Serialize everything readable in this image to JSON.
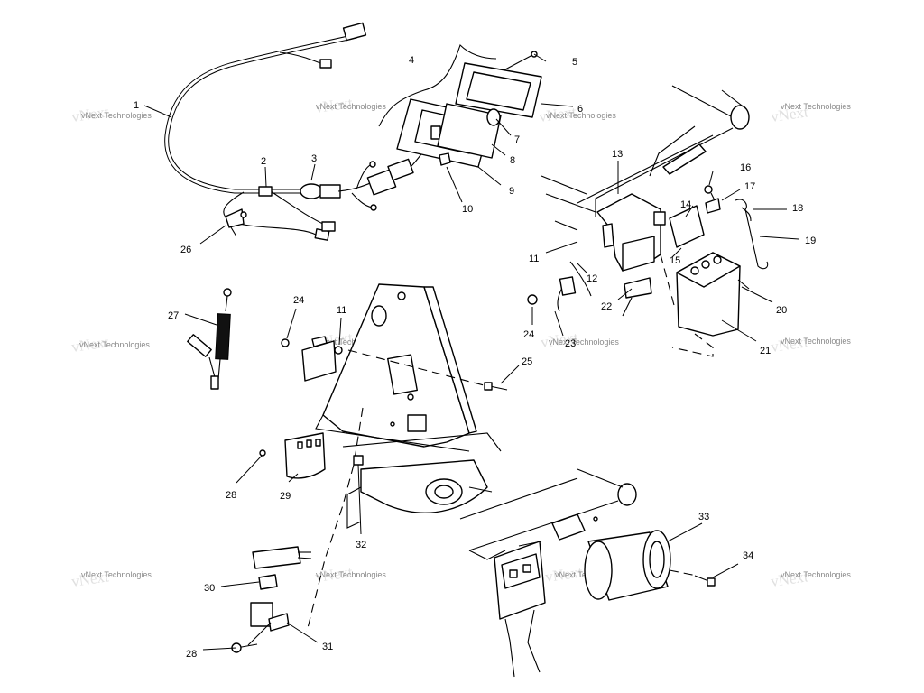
{
  "callouts": {
    "c1": "1",
    "c2": "2",
    "c3": "3",
    "c4": "4",
    "c5": "5",
    "c6": "6",
    "c7": "7",
    "c8": "8",
    "c9": "9",
    "c10": "10",
    "c11a": "11",
    "c11b": "11",
    "c12": "12",
    "c13": "13",
    "c14": "14",
    "c15": "15",
    "c16": "16",
    "c17": "17",
    "c18": "18",
    "c19": "19",
    "c20": "20",
    "c21": "21",
    "c22": "22",
    "c23": "23",
    "c24a": "24",
    "c24b": "24",
    "c25": "25",
    "c26": "26",
    "c27": "27",
    "c28a": "28",
    "c28b": "28",
    "c29": "29",
    "c30": "30",
    "c31": "31",
    "c32": "32",
    "c33": "33",
    "c34": "34"
  },
  "watermark": {
    "text": "vNext Technologies"
  }
}
